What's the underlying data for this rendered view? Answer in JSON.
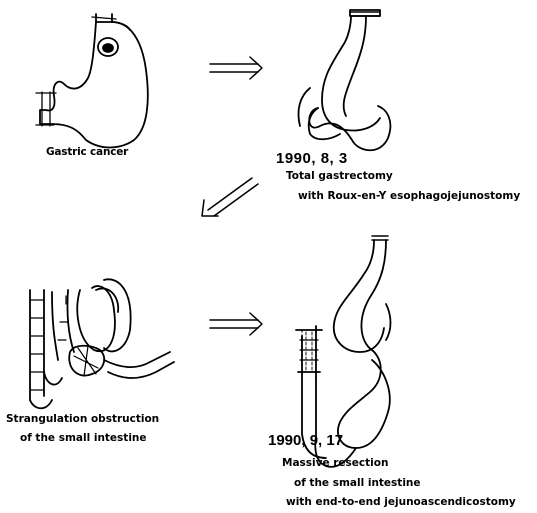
{
  "panels": {
    "stomach": {
      "caption": "Gastric cancer"
    },
    "gastrectomy": {
      "date": "1990, 8, 3",
      "line1": "Total gastrectomy",
      "line2": "with Roux-en-Y esophagojejunostomy"
    },
    "strangulation": {
      "line1": "Strangulation obstruction",
      "line2": "of the small intestine"
    },
    "resection": {
      "date": "1990, 9, 17",
      "line1": "Massive resection",
      "line2": "of the small intestine",
      "line3": "with end-to-end jejunoascendicostomy"
    }
  },
  "arrows": [
    "right-arrow",
    "down-left-arrow",
    "right-arrow"
  ]
}
